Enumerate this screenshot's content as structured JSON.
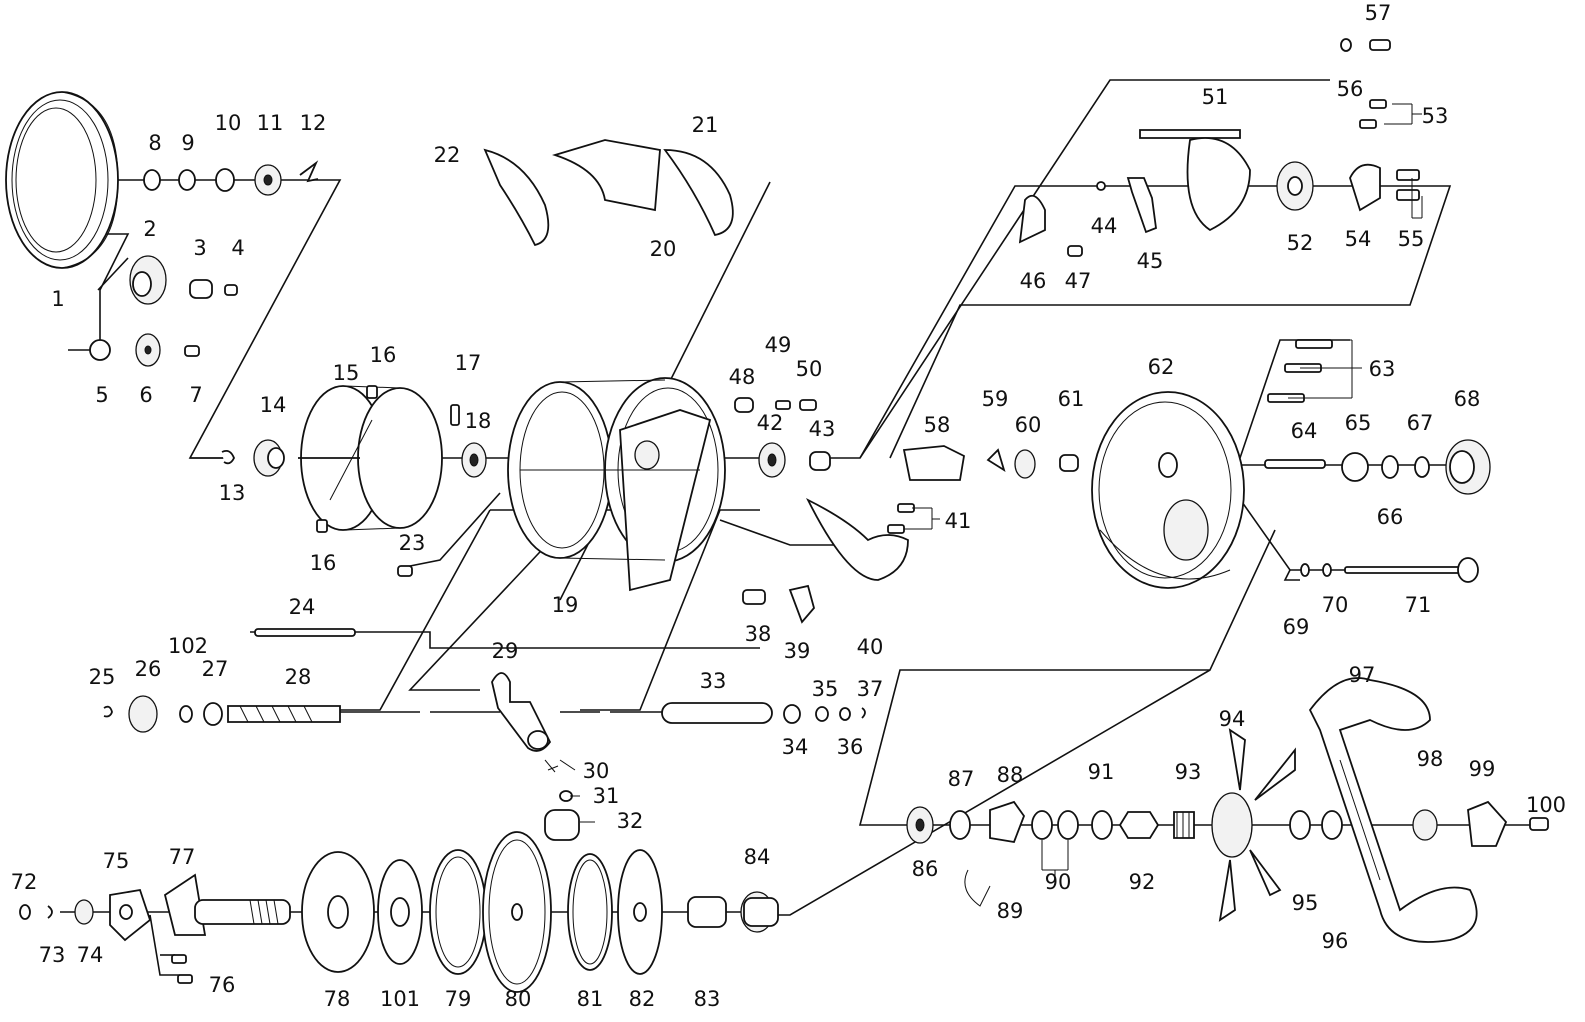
{
  "parts": [
    "1",
    "2",
    "3",
    "4",
    "5",
    "6",
    "7",
    "8",
    "9",
    "10",
    "11",
    "12",
    "13",
    "14",
    "15",
    "16",
    "16",
    "17",
    "18",
    "19",
    "20",
    "21",
    "22",
    "23",
    "24",
    "25",
    "26",
    "102",
    "27",
    "28",
    "29",
    "30",
    "31",
    "32",
    "33",
    "34",
    "35",
    "36",
    "37",
    "38",
    "39",
    "40",
    "41",
    "42",
    "43",
    "48",
    "49",
    "50",
    "44",
    "45",
    "46",
    "47",
    "51",
    "52",
    "53",
    "54",
    "55",
    "56",
    "57",
    "58",
    "59",
    "60",
    "61",
    "62",
    "63",
    "64",
    "65",
    "66",
    "67",
    "68",
    "69",
    "70",
    "71",
    "72",
    "73",
    "74",
    "75",
    "76",
    "77",
    "78",
    "101",
    "79",
    "80",
    "81",
    "82",
    "83",
    "84",
    "86",
    "87",
    "88",
    "89",
    "90",
    "91",
    "92",
    "93",
    "94",
    "95",
    "96",
    "97",
    "98",
    "99",
    "100"
  ]
}
